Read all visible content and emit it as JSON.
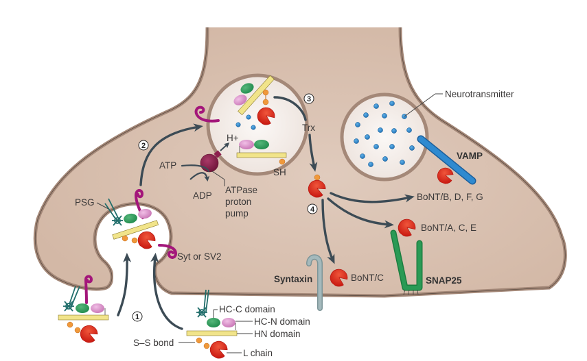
{
  "figure": {
    "description": "Mechanism of botulinum neurotoxin (BoNT) entry and action at the neuromuscular junction nerve terminal",
    "colors": {
      "cytoplasm": "#d9c0b0",
      "membrane": "#a48878",
      "vesicle_lumen": "#f3ece8",
      "arrow": "#3c4b55",
      "hn_domain": "#f1e48a",
      "hcc_domain": "#2e9a5a",
      "hcn_domain": "#d78cc6",
      "l_chain": "#e0261d",
      "disulfide": "#f0993b",
      "psg": "#216e6b",
      "syt_sv2": "#a3167a",
      "neurotransmitter": "#2d86c8",
      "vamp": "#2a7fc4",
      "syntaxin": "#9ab0b3",
      "snap25": "#20904a",
      "atpase": "#8d1f4e"
    }
  },
  "steps": [
    "1",
    "2",
    "3",
    "4"
  ],
  "labels": {
    "psg": "PSG",
    "syt_sv2": "Syt or SV2",
    "atp": "ATP",
    "adp": "ADP",
    "atpase_line1": "ATPase",
    "atpase_line2": "proton",
    "atpase_line3": "pump",
    "h_plus": "H+",
    "sh": "SH",
    "trx": "Trx",
    "neurotransmitter": "Neurotransmitter",
    "vamp": "VAMP",
    "syntaxin": "Syntaxin",
    "snap25": "SNAP25",
    "bont_bdfg": "BoNT/B, D, F, G",
    "bont_ace": "BoNT/A, C, E",
    "bont_c": "BoNT/C"
  },
  "toxin_legend": {
    "hc_c": "HC-C domain",
    "hc_n": "HC-N domain",
    "hn": "HN domain",
    "ss_bond": "S–S bond",
    "l_chain": "L chain"
  }
}
